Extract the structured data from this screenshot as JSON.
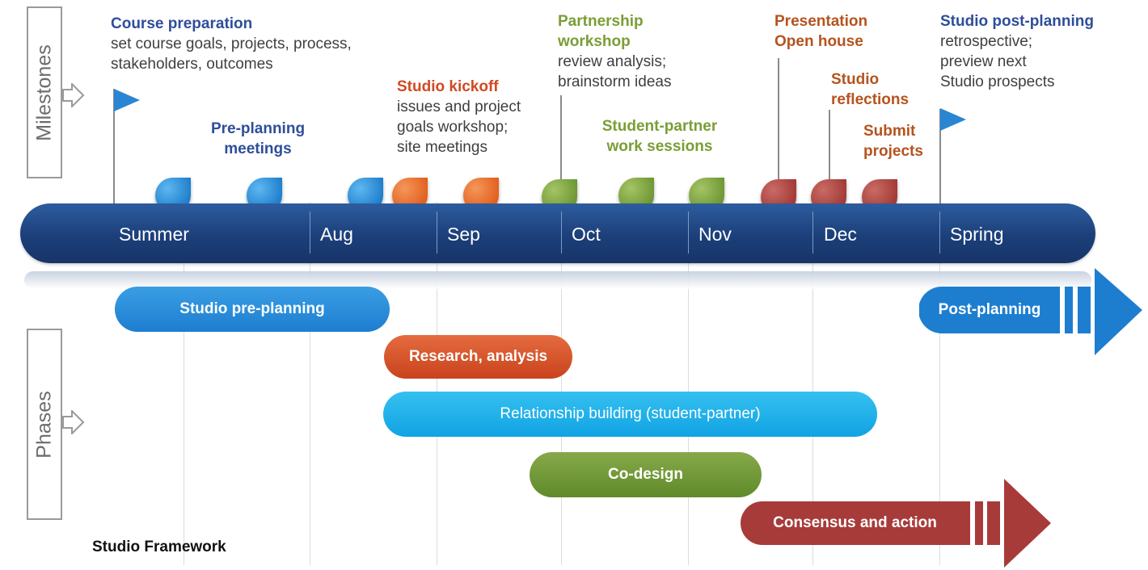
{
  "side_labels": {
    "milestones": "Milestones",
    "phases": "Phases"
  },
  "milestones": {
    "course_preparation": {
      "title": "Course preparation",
      "desc": [
        "set course goals, projects, process,",
        "stakeholders, outcomes"
      ]
    },
    "pre_planning": {
      "title": [
        "Pre-planning",
        "meetings"
      ]
    },
    "studio_kickoff": {
      "title": "Studio kickoff",
      "desc": [
        "issues and project",
        "goals workshop;",
        "site meetings"
      ]
    },
    "partnership_workshop": {
      "title": [
        "Partnership",
        "workshop"
      ],
      "desc": [
        "review analysis;",
        "brainstorm ideas"
      ]
    },
    "student_partner": {
      "title": [
        "Student-partner",
        "work sessions"
      ]
    },
    "presentation": {
      "title": [
        "Presentation",
        "Open house"
      ]
    },
    "studio_reflections": {
      "title": [
        "Studio",
        "reflections"
      ]
    },
    "submit_projects": {
      "title": [
        "Submit",
        "projects"
      ]
    },
    "post_planning": {
      "title": "Studio post-planning",
      "desc": [
        "retrospective;",
        "preview next",
        "Studio prospects"
      ]
    }
  },
  "timeline": {
    "months": [
      "Summer",
      "Aug",
      "Sep",
      "Oct",
      "Nov",
      "Dec",
      "Spring"
    ],
    "colors": {
      "bar": "#1f4785",
      "blue": "#1f7fcc",
      "orange": "#e2601e",
      "green": "#6e9734",
      "red": "#a33a34"
    }
  },
  "phases": {
    "studio_preplanning": "Studio pre-planning",
    "research_analysis": "Research, analysis",
    "relationship_building": "Relationship building (student-partner)",
    "co_design": "Co-design",
    "consensus_action": "Consensus and action",
    "post_planning": "Post-planning"
  },
  "caption": "Studio Framework"
}
